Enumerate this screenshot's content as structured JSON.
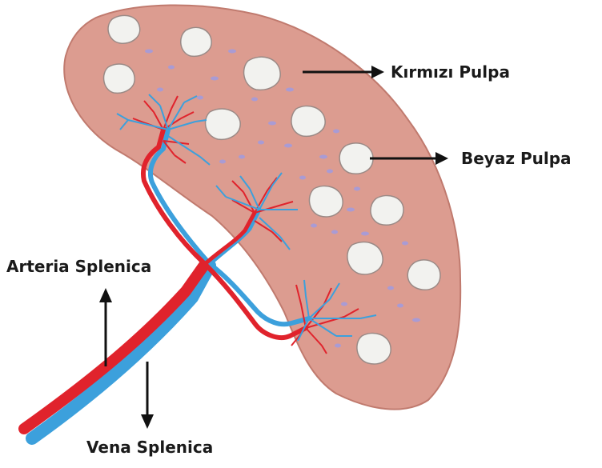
{
  "labels": {
    "red_pulp": "Kırmızı Pulpa",
    "white_pulp": "Beyaz Pulpa",
    "splenic_artery": "Arteria Splenica",
    "splenic_vein": "Vena Splenica"
  },
  "colors": {
    "spleen_fill": "#dc9c90",
    "spleen_edge": "#c07a6e",
    "white_pulp_fill": "#f2f2ef",
    "white_pulp_edge": "#9a8a86",
    "dots": "#a99bd4",
    "artery": "#e0232c",
    "vein": "#3ca0dc",
    "arrow": "#111111"
  }
}
